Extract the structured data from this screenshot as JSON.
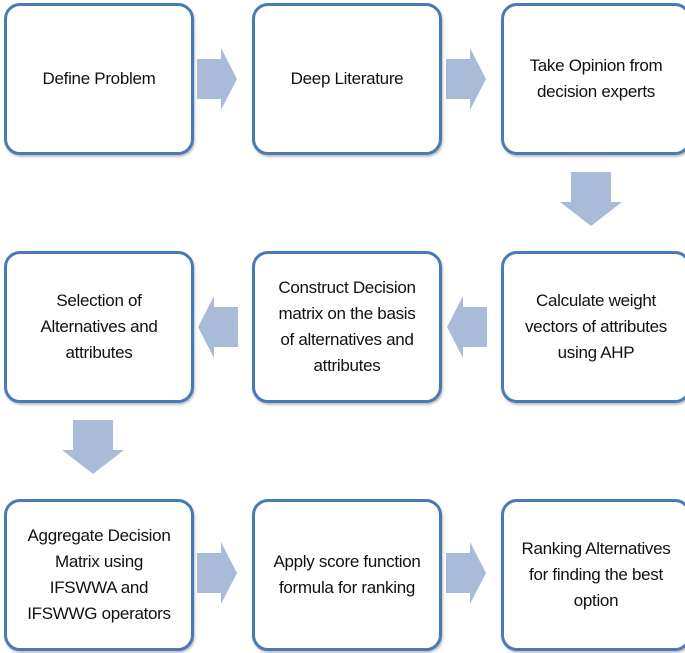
{
  "colors": {
    "border": "#4a7ab5",
    "arrow": "#a9bbd9"
  },
  "steps": [
    {
      "label": "Define Problem"
    },
    {
      "label": "Deep Literature"
    },
    {
      "label": "Take Opinion from\ndecision experts"
    },
    {
      "label": "Calculate weight\nvectors of attributes\nusing AHP"
    },
    {
      "label": "Construct Decision\nmatrix on the basis\nof alternatives and\nattributes"
    },
    {
      "label": "Selection of\nAlternatives and\nattributes"
    },
    {
      "label": "Aggregate Decision\nMatrix using\nIFSWWA and\nIFSWWG operators"
    },
    {
      "label": "Apply score function\nformula for ranking"
    },
    {
      "label": "Ranking Alternatives\nfor finding the best\noption"
    }
  ]
}
